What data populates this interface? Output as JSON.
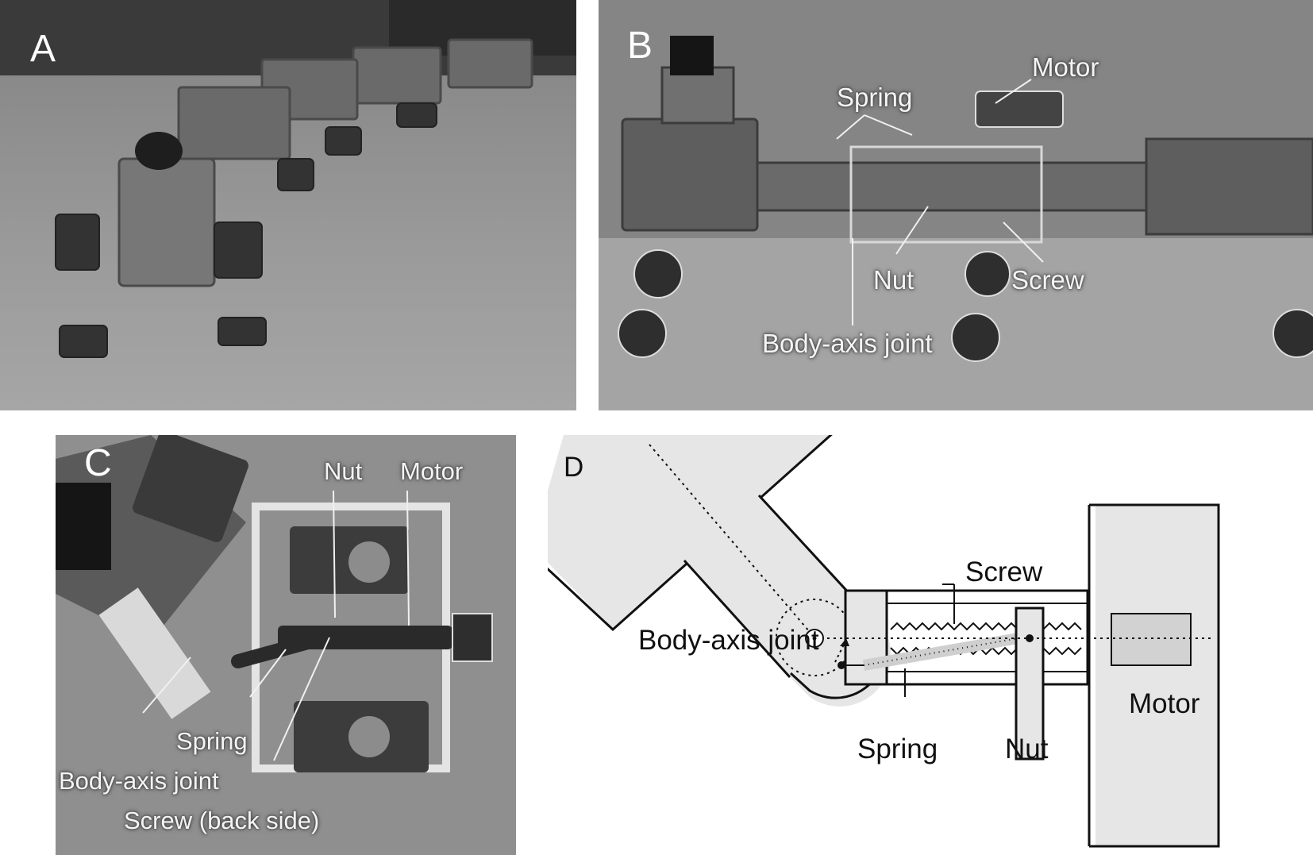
{
  "panels": {
    "a": {
      "letter": "A"
    },
    "b": {
      "letter": "B",
      "labels": {
        "motor": "Motor",
        "spring": "Spring",
        "nut": "Nut",
        "screw": "Screw",
        "joint": "Body-axis joint"
      }
    },
    "c": {
      "letter": "C",
      "labels": {
        "nut": "Nut",
        "motor": "Motor",
        "spring": "Spring",
        "joint": "Body-axis joint",
        "screw": "Screw (back side)"
      }
    },
    "d": {
      "letter": "D",
      "labels": {
        "screw": "Screw",
        "joint": "Body-axis joint",
        "motor": "Motor",
        "spring": "Spring",
        "nut": "Nut"
      }
    }
  },
  "colors": {
    "diagram_fill": "#e6e6e6",
    "diagram_stroke": "#111111",
    "photo_text": "#f4f4f4"
  }
}
